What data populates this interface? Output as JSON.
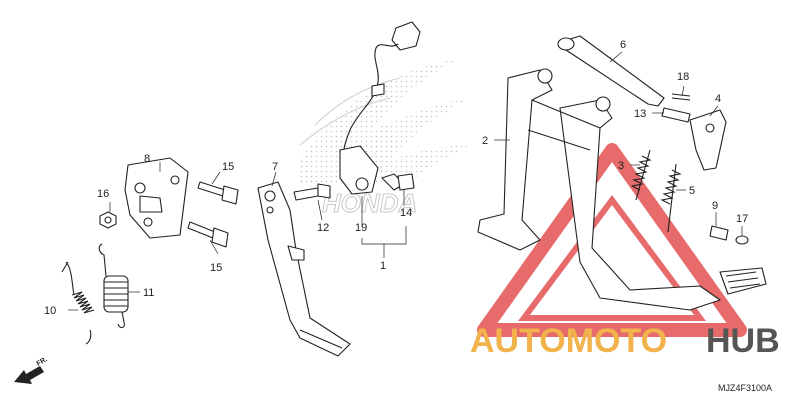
{
  "diagram": {
    "callouts": {
      "c1": "1",
      "c2": "2",
      "c3": "3",
      "c4": "4",
      "c5": "5",
      "c6": "6",
      "c7": "7",
      "c8": "8",
      "c9": "9",
      "c10": "10",
      "c11": "11",
      "c12": "12",
      "c13": "13",
      "c14": "14",
      "c15a": "15",
      "c15b": "15",
      "c16": "16",
      "c17": "17",
      "c18": "18",
      "c19": "19"
    },
    "diagram_code": "MJZ4F3100A",
    "direction_label": "FR.",
    "background_logo_text": "HONDA"
  },
  "watermark": {
    "text_left": "AUTOMOTO",
    "text_right": "HUB",
    "color_left": "#f2b24c",
    "color_right": "#555555",
    "triangle_color": "#e03a3a"
  }
}
